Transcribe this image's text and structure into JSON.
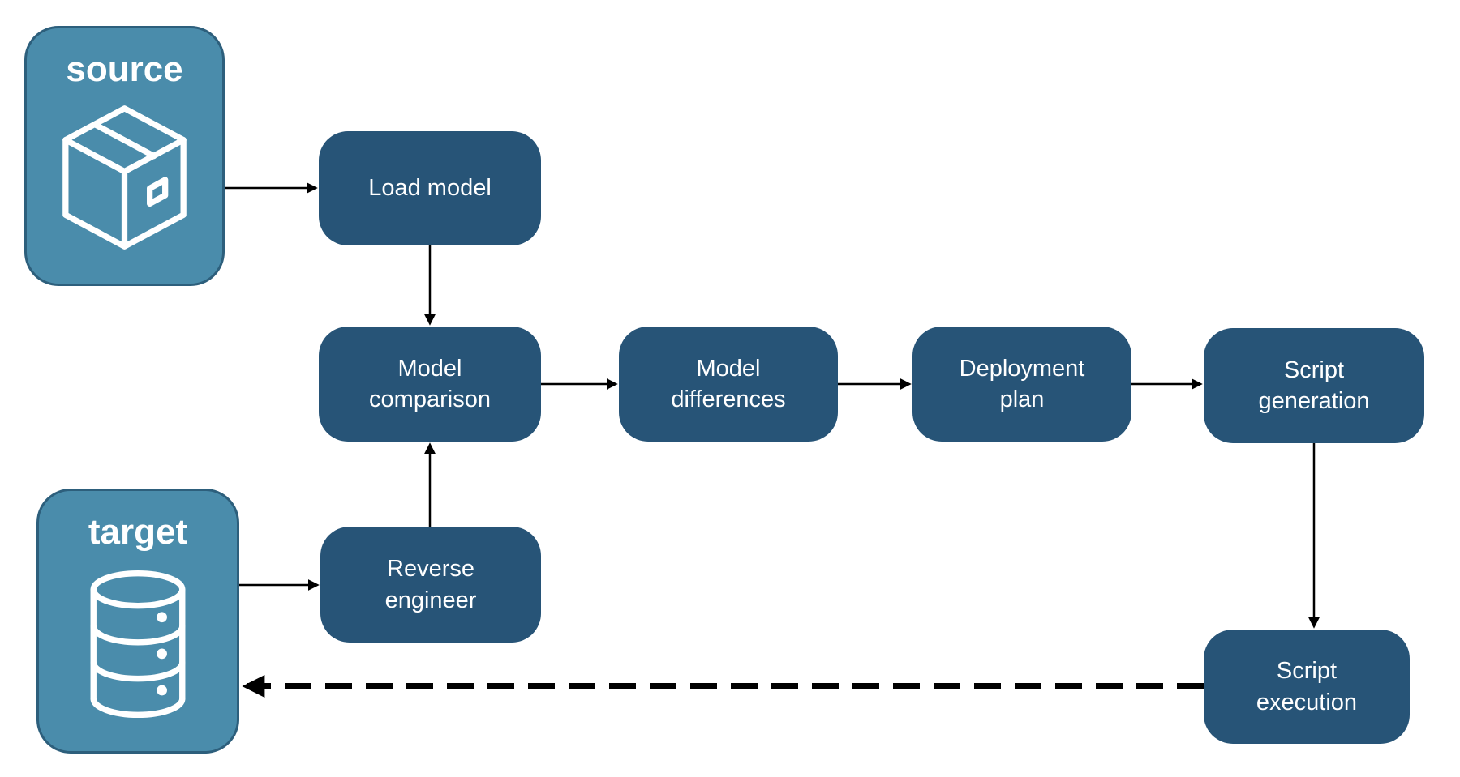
{
  "diagram": {
    "type": "flow-diagram",
    "background": "#ffffff",
    "endpoints": {
      "source": {
        "label": "source",
        "icon": "package-icon"
      },
      "target": {
        "label": "target",
        "icon": "database-icon"
      }
    },
    "nodes": {
      "load_model": {
        "label": "Load model"
      },
      "model_comparison": {
        "label": "Model comparison"
      },
      "model_differences": {
        "label": "Model differences"
      },
      "deployment_plan": {
        "label": "Deployment plan"
      },
      "script_generation": {
        "label": "Script generation"
      },
      "reverse_engineer": {
        "label": "Reverse engineer"
      },
      "script_execution": {
        "label": "Script execution"
      }
    },
    "edges": [
      {
        "from": "source",
        "to": "load_model",
        "style": "solid"
      },
      {
        "from": "load_model",
        "to": "model_comparison",
        "style": "solid"
      },
      {
        "from": "target",
        "to": "reverse_engineer",
        "style": "solid"
      },
      {
        "from": "reverse_engineer",
        "to": "model_comparison",
        "style": "solid"
      },
      {
        "from": "model_comparison",
        "to": "model_differences",
        "style": "solid"
      },
      {
        "from": "model_differences",
        "to": "deployment_plan",
        "style": "solid"
      },
      {
        "from": "deployment_plan",
        "to": "script_generation",
        "style": "solid"
      },
      {
        "from": "script_generation",
        "to": "script_execution",
        "style": "solid"
      },
      {
        "from": "script_execution",
        "to": "target",
        "style": "dashed"
      }
    ],
    "colors": {
      "background": "#ffffff",
      "node_fill": "#275477",
      "endpoint_fill": "#4a8cab",
      "endpoint_border": "#2d5f7c",
      "text": "#ffffff",
      "arrow": "#000000"
    }
  }
}
